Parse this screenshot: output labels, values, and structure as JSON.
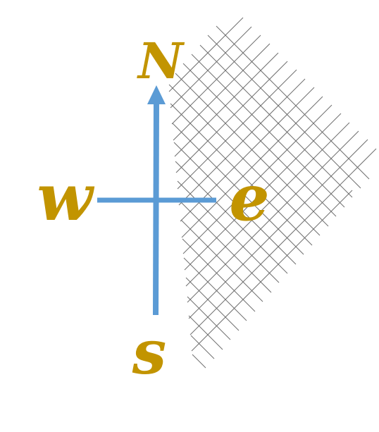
{
  "compass": {
    "north": "N",
    "west": "w",
    "east": "e",
    "south": "s"
  },
  "colors": {
    "letters": "#c29400",
    "arrow": "#5b9bd5",
    "hatch": "#6f6f6f"
  }
}
